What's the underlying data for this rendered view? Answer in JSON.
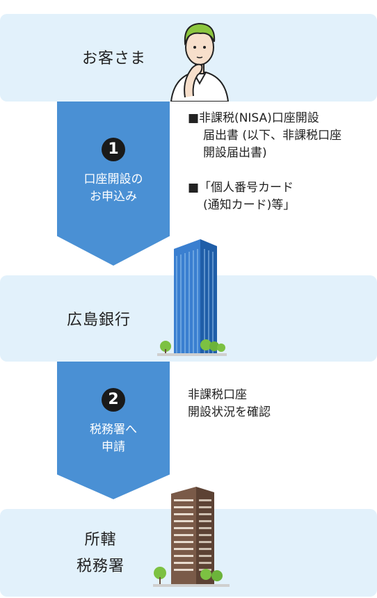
{
  "customer": {
    "label": "お客さま"
  },
  "step1": {
    "number": "1",
    "label_line1": "口座開設の",
    "label_line2": "お申込み",
    "docs": [
      {
        "line1": "■非課税(NISA)口座開設",
        "line2": "届出書 (以下、非課税口座",
        "line3": "開設届出書)"
      },
      {
        "line1": "■「個人番号カード",
        "line2": "(通知カード)等」"
      }
    ]
  },
  "bank": {
    "label": "広島銀行"
  },
  "step2": {
    "number": "2",
    "label_line1": "税務署へ",
    "label_line2": "申請",
    "note_line1": "非課税口座",
    "note_line2": "開設状況を確認"
  },
  "tax_office": {
    "label_line1": "所轄",
    "label_line2": "税務署"
  },
  "colors": {
    "band": "#e2f1fb",
    "arrow": "#4a90d4",
    "bank_building": "#2f6fbf",
    "tax_building": "#6b4f3f"
  }
}
